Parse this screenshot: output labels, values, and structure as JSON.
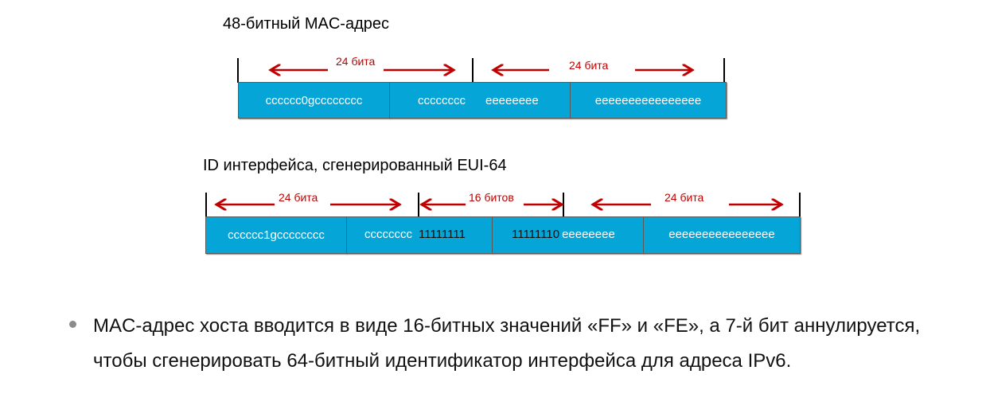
{
  "mac": {
    "title": "48-битный MAC-адрес",
    "labels": [
      "24 бита",
      "24 бита"
    ],
    "cells": [
      "cccccc0gcccccccc",
      "cccccccc",
      "eeeeeeee",
      "eeeeeeeeeeeeeeee"
    ]
  },
  "eui": {
    "title": "ID интерфейса, сгенерированный EUI-64",
    "labels": [
      "24 бита",
      "16 битов",
      "24 бита"
    ],
    "cells": [
      "cccccc1gcccccccc",
      "cccccccc",
      "11111111",
      "11111110",
      "eeeeeeee",
      "eeeeeeeeeeeeeeee"
    ]
  },
  "bullet": "MAC-адрес хоста вводится в виде 16-битных значений «FF» и «FE», а 7-й бит аннулируется, чтобы сгенерировать 64-битный идентификатор интерфейса для адреса IPv6.",
  "colors": {
    "field": "#05a5d8",
    "arrow": "#c00000"
  }
}
